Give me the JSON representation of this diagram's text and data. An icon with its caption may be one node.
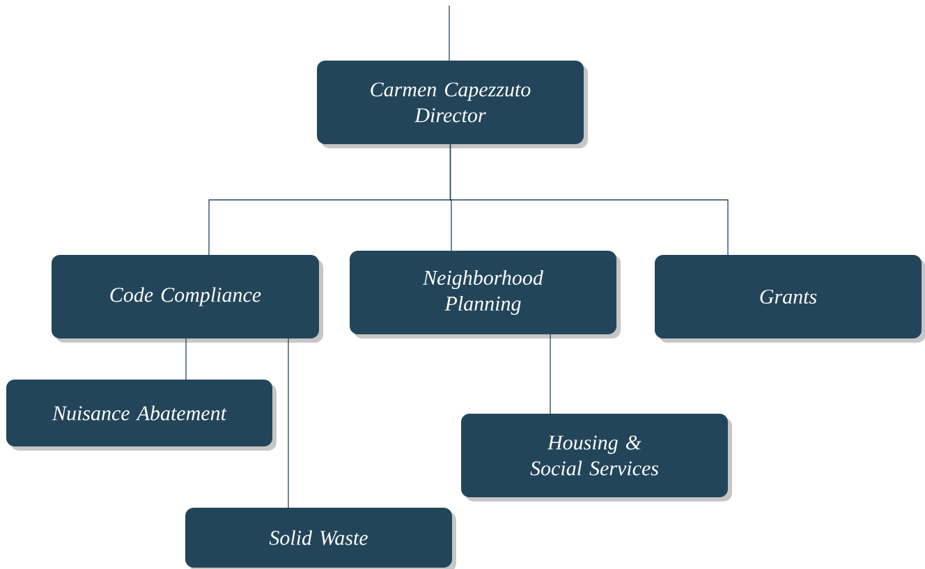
{
  "diagram": {
    "nodes": [
      {
        "text": [
          "Carmen Capezzuto",
          "Director"
        ]
      },
      {
        "text": [
          "Code Compliance"
        ]
      },
      {
        "text": [
          "Neighborhood Planning"
        ]
      },
      {
        "text": [
          "Grants"
        ]
      },
      {
        "text": [
          "Nuisance Abatement"
        ]
      },
      {
        "text": [
          "Housing & Social Services"
        ]
      },
      {
        "text": [
          "Solid Waste"
        ]
      }
    ],
    "edges": [
      {
        "from": null,
        "to": 0,
        "arrow": "none"
      },
      {
        "from": 0,
        "to": 1,
        "arrow": "none"
      },
      {
        "from": 0,
        "to": 2,
        "arrow": "none"
      },
      {
        "from": 0,
        "to": 3,
        "arrow": "none"
      },
      {
        "from": 1,
        "to": 4,
        "arrow": "none"
      },
      {
        "from": 1,
        "to": 6,
        "arrow": "none"
      },
      {
        "from": 2,
        "to": 5,
        "arrow": "none"
      }
    ]
  }
}
